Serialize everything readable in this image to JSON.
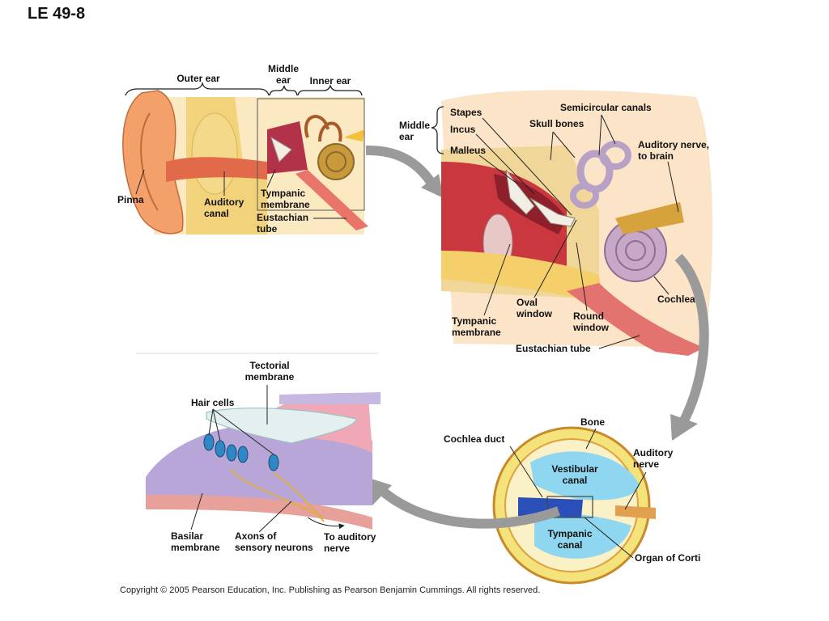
{
  "title": "LE 49-8",
  "copyright": "Copyright ©  2005 Pearson Education, Inc. Publishing as Pearson Benjamin Cummings. All rights reserved.",
  "panel_outer": {
    "outer_ear": "Outer ear",
    "middle_ear": "Middle\near",
    "inner_ear": "Inner ear",
    "pinna": "Pinna",
    "auditory_canal": "Auditory\ncanal",
    "tympanic_membrane": "Tympanic\nmembrane",
    "eustachian_tube": "Eustachian\ntube"
  },
  "panel_middle": {
    "middle_ear": "Middle\near",
    "stapes": "Stapes",
    "incus": "Incus",
    "malleus": "Malleus",
    "semicircular_canals": "Semicircular canals",
    "skull_bones": "Skull bones",
    "auditory_nerve": "Auditory nerve,\nto brain",
    "cochlea": "Cochlea",
    "oval_window": "Oval\nwindow",
    "round_window": "Round\nwindow",
    "tympanic_membrane": "Tympanic\nmembrane",
    "eustachian_tube": "Eustachian tube"
  },
  "panel_cochlea": {
    "bone": "Bone",
    "cochlea_duct": "Cochlea duct",
    "auditory_nerve": "Auditory\nnerve",
    "vestibular_canal": "Vestibular\ncanal",
    "tympanic_canal": "Tympanic\ncanal",
    "organ_of_corti": "Organ of Corti"
  },
  "panel_corti": {
    "tectorial_membrane": "Tectorial\nmembrane",
    "hair_cells": "Hair cells",
    "basilar_membrane": "Basilar\nmembrane",
    "axons": "Axons of\nsensory neurons",
    "to_auditory_nerve": "To auditory\nnerve"
  }
}
